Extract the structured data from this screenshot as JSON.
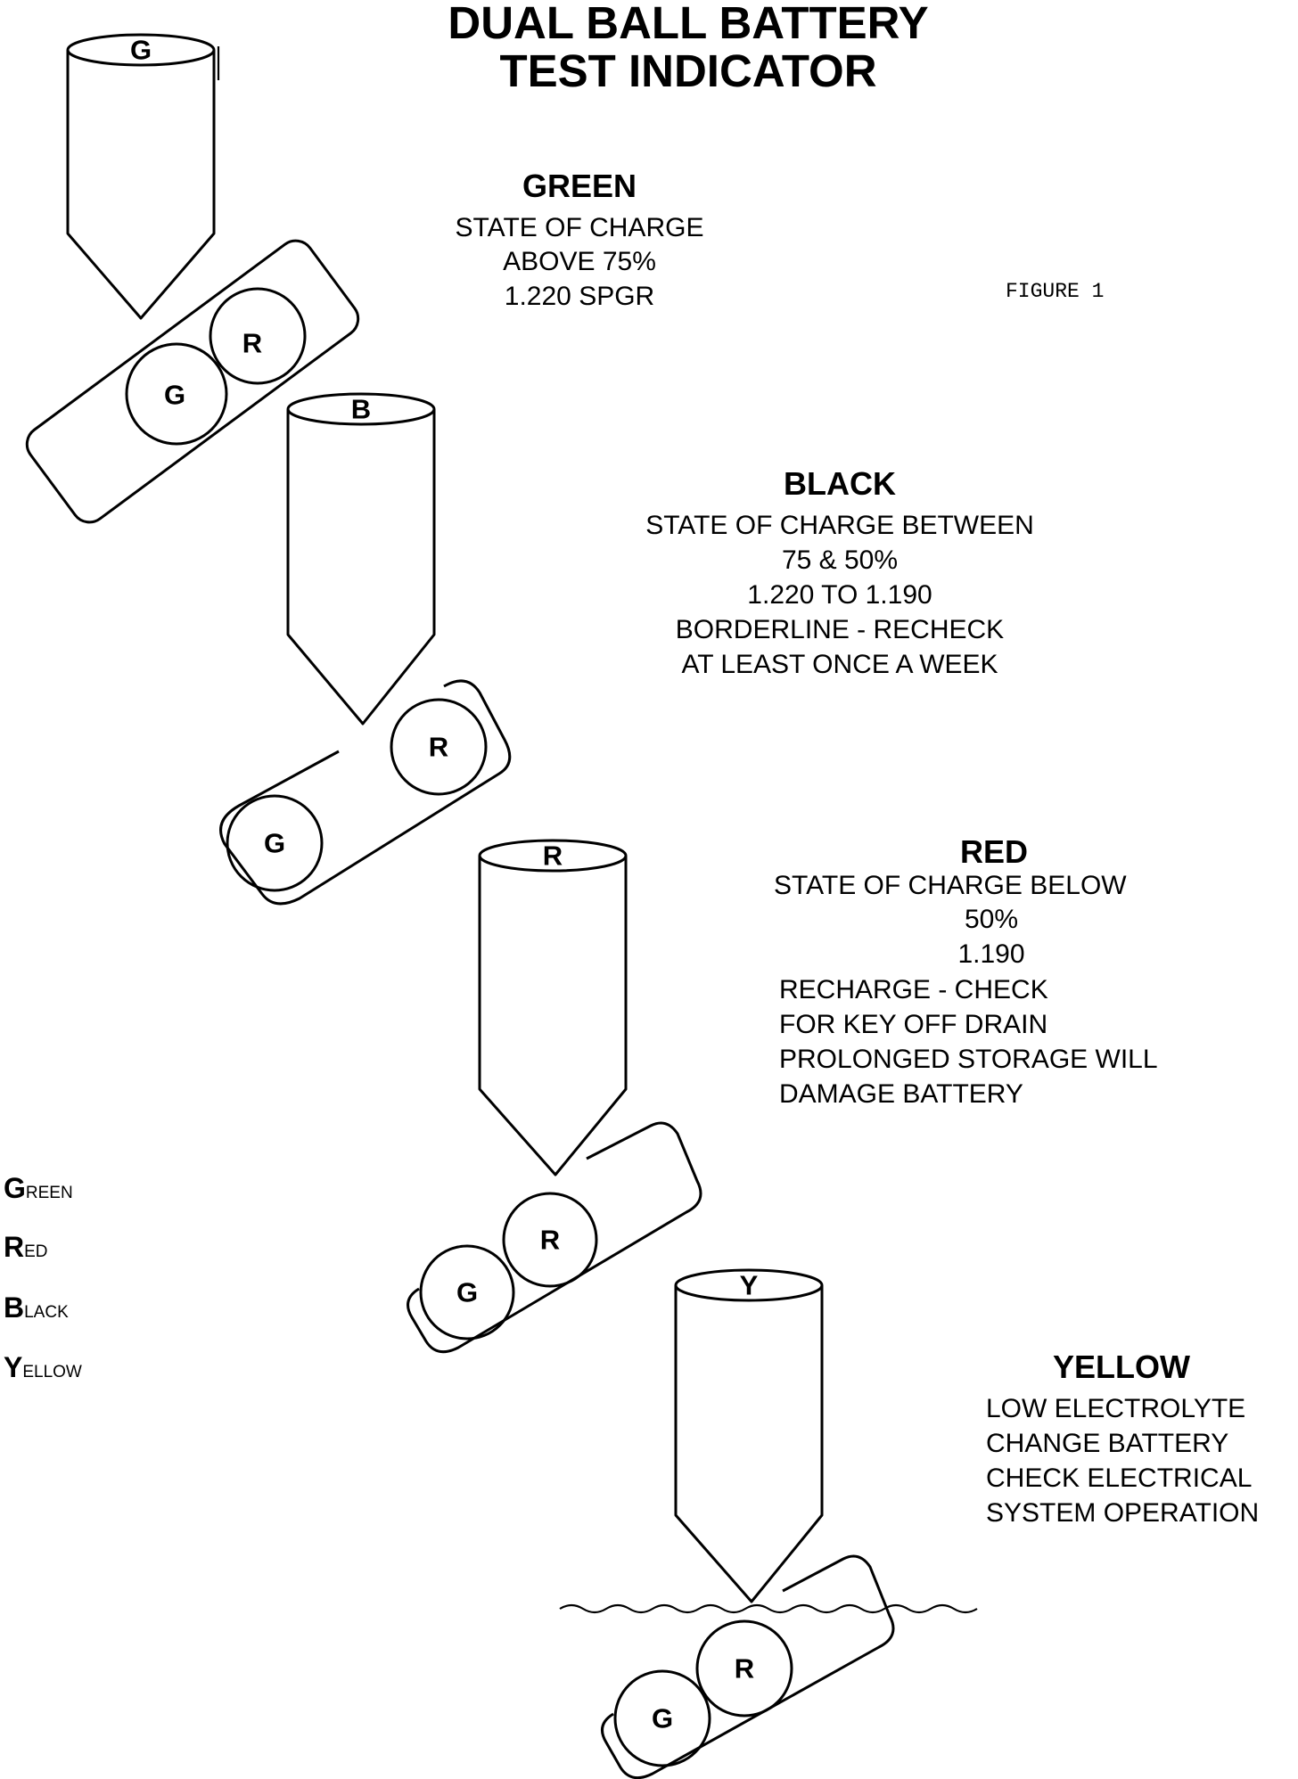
{
  "title": [
    "DUAL BALL BATTERY",
    "TEST INDICATOR"
  ],
  "figure_label": "FIGURE 1",
  "states": [
    {
      "cap_letter": "G",
      "ball_1": "R",
      "ball_2": "G",
      "heading": "GREEN",
      "lines": [
        "STATE OF CHARGE",
        "ABOVE 75%",
        "1.220 SPGR"
      ]
    },
    {
      "cap_letter": "B",
      "ball_1": "R",
      "ball_2": "G",
      "heading": "BLACK",
      "lines": [
        "STATE OF CHARGE  BETWEEN",
        "75 & 50%",
        "1.220 TO 1.190",
        "BORDERLINE - RECHECK",
        "AT LEAST ONCE A WEEK"
      ]
    },
    {
      "cap_letter": "R",
      "ball_1": "R",
      "ball_2": "G",
      "heading": "RED",
      "lines": [
        "STATE OF CHARGE   BELOW",
        "50%",
        "1.190",
        "RECHARGE - CHECK",
        "FOR KEY OFF DRAIN",
        "PROLONGED STORAGE WILL",
        "DAMAGE BATTERY"
      ]
    },
    {
      "cap_letter": "Y",
      "ball_1": "R",
      "ball_2": "G",
      "heading": "YELLOW",
      "lines": [
        "LOW ELECTROLYTE",
        "CHANGE BATTERY",
        "CHECK ELECTRICAL",
        "SYSTEM OPERATION"
      ]
    }
  ],
  "legend": [
    {
      "initial": "G",
      "rest": "REEN"
    },
    {
      "initial": "R",
      "rest": "ED"
    },
    {
      "initial": "B",
      "rest": "LACK"
    },
    {
      "initial": "Y",
      "rest": "ELLOW"
    }
  ]
}
